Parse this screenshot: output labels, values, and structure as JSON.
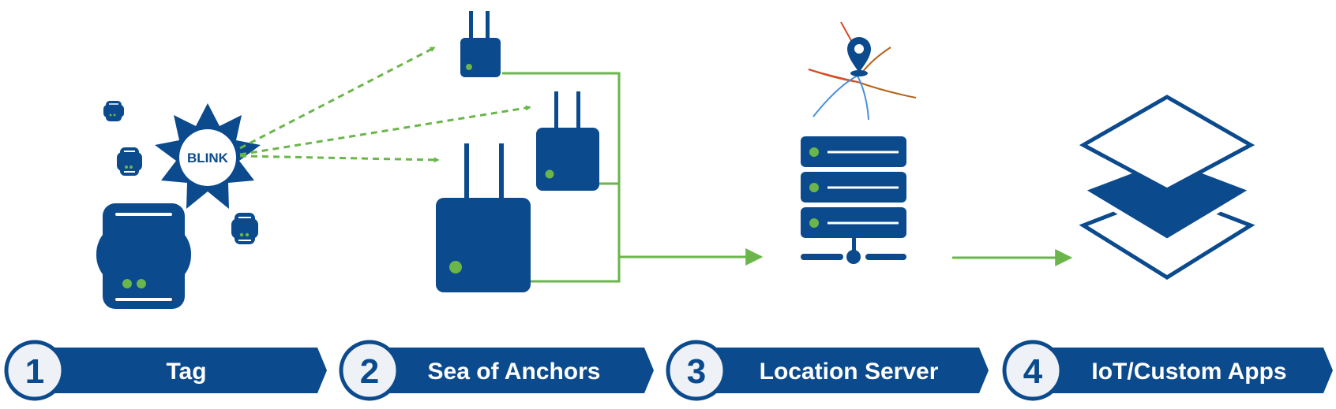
{
  "colors": {
    "navy": "#0b4a8c",
    "green": "#6ab64a",
    "circle_fill": "#eef1f6",
    "white": "#ffffff",
    "route_red": "#d94a2a",
    "route_orange": "#b3641a",
    "route_blue": "#4a90d9"
  },
  "tag": {
    "burst_label": "BLINK"
  },
  "steps": [
    {
      "number": "1",
      "label": "Tag"
    },
    {
      "number": "2",
      "label": "Sea of Anchors"
    },
    {
      "number": "3",
      "label": "Location Server"
    },
    {
      "number": "4",
      "label": "IoT/Custom Apps"
    }
  ],
  "icons": {
    "tag": "tag-device-icon",
    "anchor": "anchor-router-icon",
    "server": "server-rack-icon",
    "pin": "location-pin-icon",
    "layers": "layers-stack-icon",
    "burst": "blink-burst-icon"
  }
}
